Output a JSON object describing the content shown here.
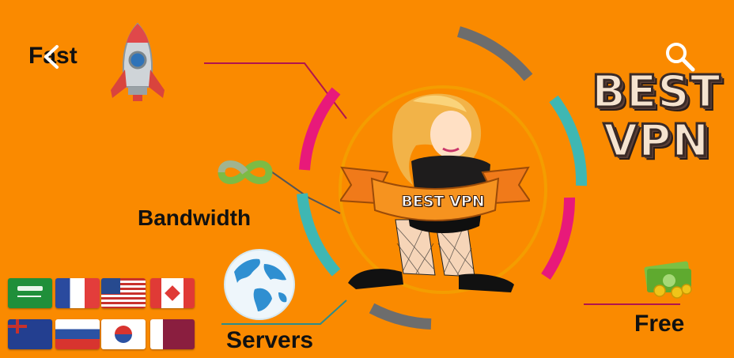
{
  "features": {
    "fast": "Fast",
    "bandwidth": "Bandwidth",
    "servers": "Servers",
    "free": "Free"
  },
  "brand": {
    "line1": "BEST",
    "line2": "VPN",
    "banner": "BEST VPN"
  },
  "colors": {
    "background": "#fa8a00",
    "magenta": "#e8197a",
    "teal": "#3fb7b3",
    "gray": "#6d6d6d"
  },
  "icons": [
    "back-arrow-icon",
    "search-icon",
    "rocket-icon",
    "infinity-icon",
    "globe-icon",
    "money-icon"
  ],
  "flags": [
    "saudi-arabia",
    "france",
    "usa",
    "canada",
    "australia",
    "russia",
    "south-korea",
    "qatar"
  ]
}
